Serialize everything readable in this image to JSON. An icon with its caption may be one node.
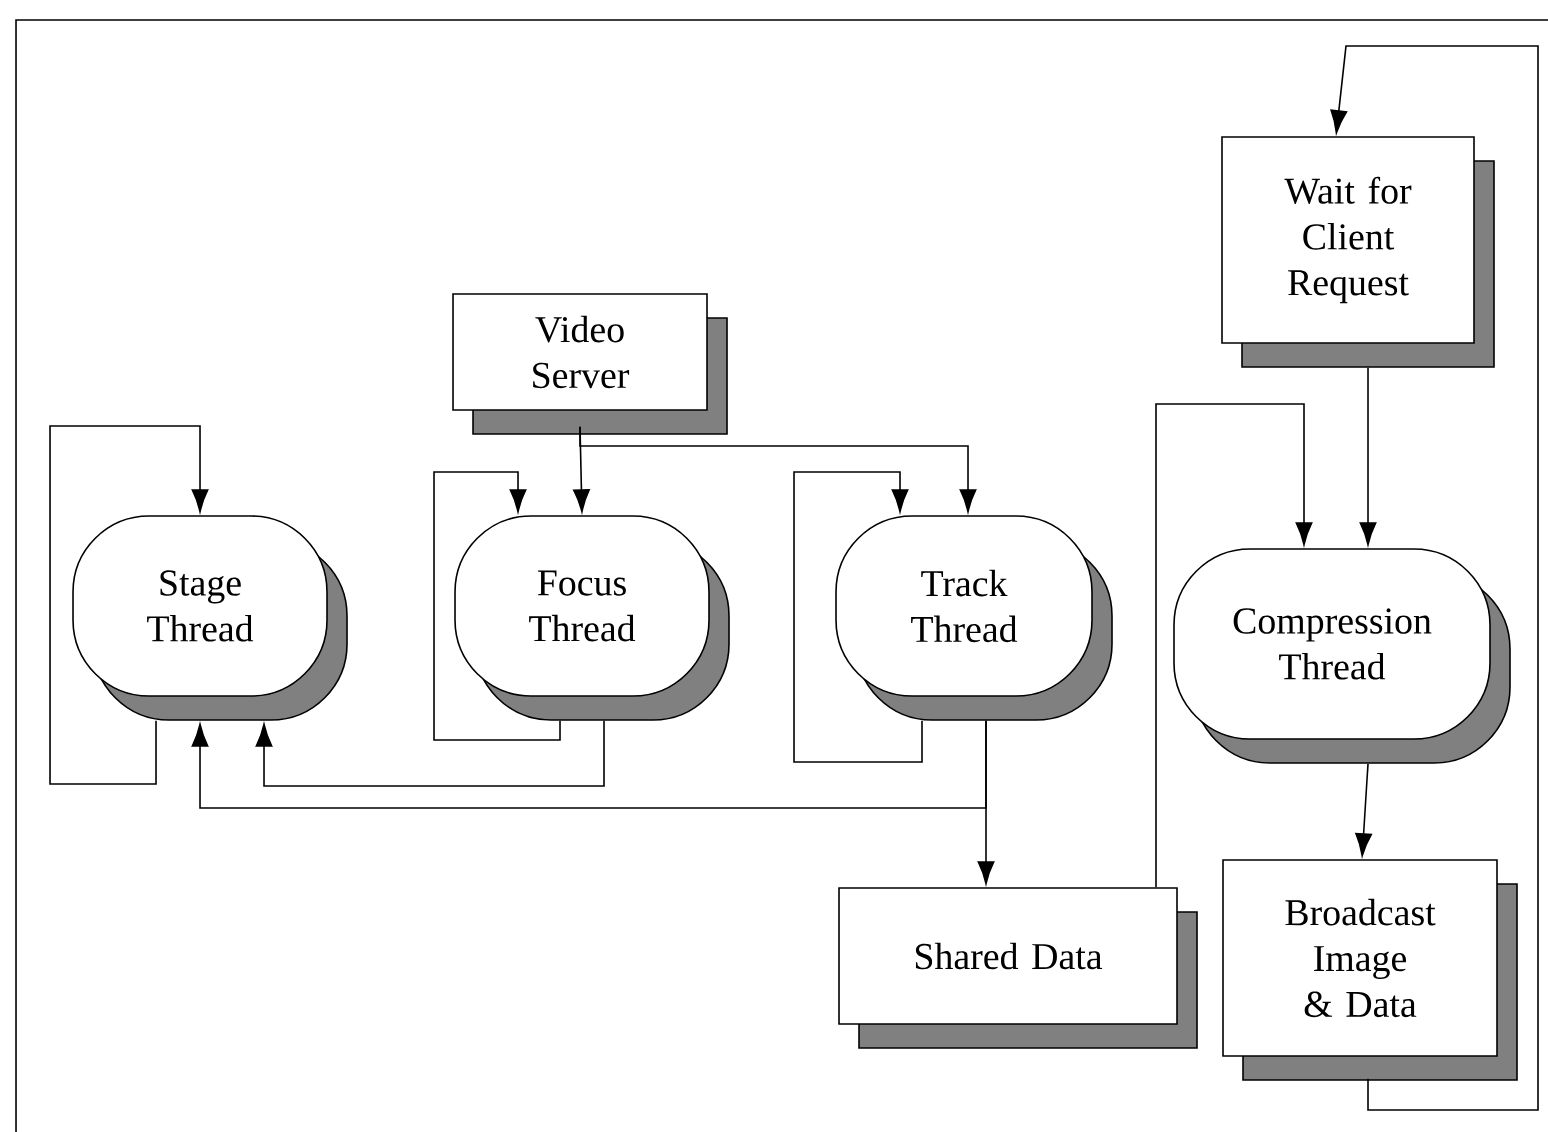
{
  "diagram": {
    "nodes": [
      {
        "text": [
          "Video Server"
        ]
      },
      {
        "text": [
          "Stage Thread"
        ]
      },
      {
        "text": [
          "Focus Thread"
        ]
      },
      {
        "text": [
          "Track Thread"
        ]
      },
      {
        "text": [
          "Wait for Client Request"
        ]
      },
      {
        "text": [
          "Compression Thread"
        ]
      },
      {
        "text": [
          "Shared Data"
        ]
      },
      {
        "text": [
          "Broadcast Image & Data"
        ]
      }
    ],
    "edges": [
      {
        "from": 0,
        "to": 2,
        "arrow": "to"
      },
      {
        "from": 0,
        "to": 3,
        "arrow": "to"
      },
      {
        "from": 1,
        "to": 1,
        "arrow": "to"
      },
      {
        "from": 2,
        "to": 2,
        "arrow": "to"
      },
      {
        "from": 2,
        "to": 1,
        "arrow": "to"
      },
      {
        "from": 3,
        "to": 3,
        "arrow": "to"
      },
      {
        "from": 3,
        "to": 1,
        "arrow": "to"
      },
      {
        "from": 3,
        "to": 6,
        "arrow": "to"
      },
      {
        "from": 6,
        "to": 5,
        "arrow": "to"
      },
      {
        "from": 4,
        "to": 5,
        "arrow": "to"
      },
      {
        "from": 5,
        "to": 7,
        "arrow": "to"
      },
      {
        "from": 7,
        "to": 4,
        "arrow": "to"
      }
    ]
  }
}
